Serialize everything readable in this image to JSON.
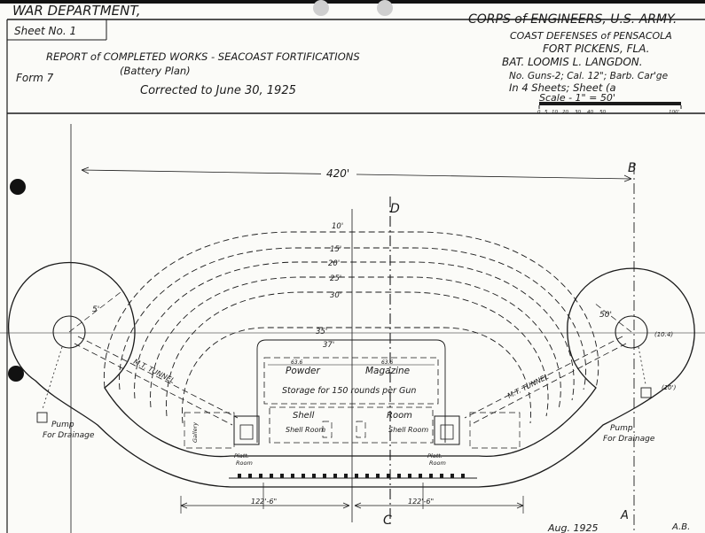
{
  "header": {
    "department": "WAR DEPARTMENT,",
    "corps": "CORPS of ENGINEERS, U.S. ARMY.",
    "sheet": "Sheet No. 1",
    "report_title": "REPORT of COMPLETED WORKS - SEACOAST FORTIFICATIONS",
    "subtitle": "(Battery Plan)",
    "form": "Form 7",
    "corrected": "Corrected to June 30, 1925",
    "coast_defenses": "COAST DEFENSES of PENSACOLA",
    "fort": "FORT PICKENS, FLA.",
    "battery": "BAT. LOOMIS L. LANGDON.",
    "guns": "No. Guns-2; Cal. 12\"; Barb. Car'ge",
    "sheets": "In 4 Sheets; Sheet (a",
    "scale": "Scale - 1\" = 50'"
  },
  "scale_bar": {
    "ticks": [
      "0",
      "5",
      "10",
      "20",
      "30",
      "40",
      "50",
      "100'"
    ]
  },
  "plan": {
    "overall_width": "420'",
    "axis_b": "B",
    "axis_d": "D",
    "axis_c": "C",
    "axis_a": "A",
    "contours": [
      "10'",
      "15'",
      "20'",
      "25'",
      "30'",
      "35'",
      "37'"
    ],
    "radius_left": "5'",
    "radius_right": "50'",
    "right_gun_label": "(10.4)",
    "right_outer_label": "(10')",
    "tunnel_left": "M.T. TUNNEL",
    "tunnel_right": "M.T. TUNNEL",
    "pump_left_line1": "Pump",
    "pump_left_line2": "For Drainage",
    "pump_right_line1": "Pump",
    "pump_right_line2": "For Drainage",
    "powder": "Powder",
    "magazine": "Magazine",
    "storage": "Storage for 150 rounds per Gun",
    "shell_left": "Shell",
    "room": "Room",
    "shell_room_left": "Shell Room",
    "shell_room_right": "Shell Room",
    "plat_room_left_1": "Platt.",
    "plat_room_left_2": "Room",
    "plat_room_right_1": "Platt.",
    "plat_room_right_2": "Room",
    "gallery_left": "Gallery",
    "dim_left": "122'-6\"",
    "dim_right": "122'-6\"",
    "dim_small_a": "63.6",
    "dim_small_b": "63.6"
  },
  "footer": {
    "date": "Aug. 1925",
    "initials": "A.B."
  }
}
